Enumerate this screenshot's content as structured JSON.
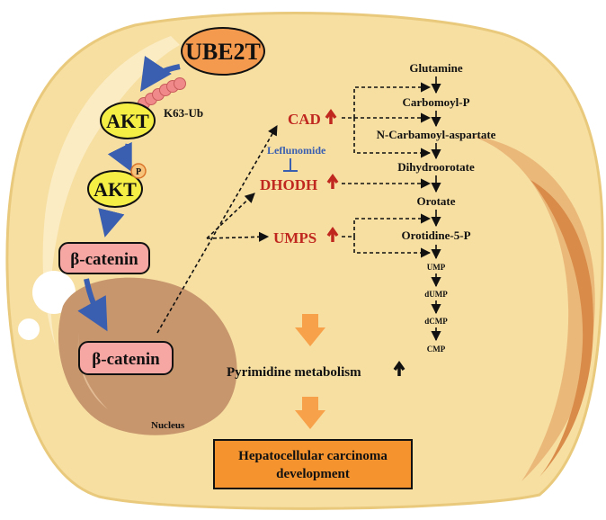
{
  "colors": {
    "cell": "#f7dfa2",
    "cell_border": "#e9c97c",
    "highlight": "#fbecc4",
    "membrane_fold": "#eab97a",
    "membrane_fold_dark": "#d98b4a",
    "nucleus": "#c7966d",
    "ube2t_fill": "#f39a4e",
    "akt_fill": "#f4ee45",
    "catenin_fill": "#f7a7a3",
    "ub_chain": "#f08a8a",
    "up_arrow_red": "#c0281f",
    "orange_arrow": "#f7a24a",
    "result_box": "#f5932e",
    "blue_arrow": "#3a5fb0"
  },
  "left_pathway": {
    "ube2t": "UBE2T",
    "k63_ub": "K63-Ub",
    "akt_top": "AKT",
    "akt_phospho": "AKT",
    "phospho_mark": "P",
    "catenin_cytoplasm": "β-catenin",
    "catenin_nucleus": "β-catenin",
    "nucleus": "Nucleus"
  },
  "enzymes": {
    "cad": "CAD",
    "dhodh": "DHODH",
    "umps": "UMPS",
    "inhibitor": "Leflunomide"
  },
  "metabolites": [
    "Glutamine",
    "Carbomoyl-P",
    "N-Carbamoyl-aspartate",
    "Dihydroorotate",
    "Orotate",
    "Orotidine-5-P",
    "UMP",
    "dUMP",
    "dCMP",
    "CMP"
  ],
  "outcome": {
    "pyrimidine": "Pyrimidine metabolism",
    "result_line1": "Hepatocellular carcinoma",
    "result_line2": "development"
  }
}
